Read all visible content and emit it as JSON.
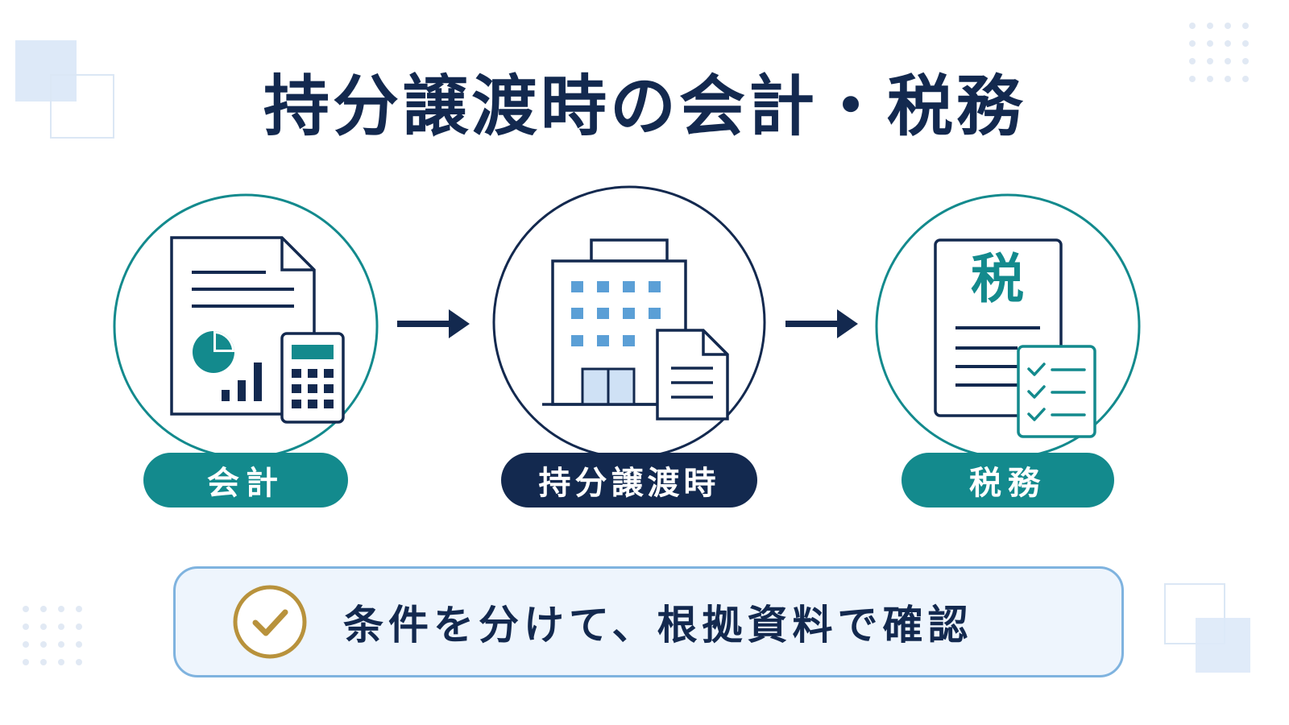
{
  "title": "持分譲渡時の会計・税務",
  "nodes": [
    {
      "label": "会計",
      "icon": "accounting-document-calculator-icon"
    },
    {
      "label": "持分譲渡時",
      "icon": "office-building-document-icon"
    },
    {
      "label": "税務",
      "icon": "tax-document-checklist-icon",
      "icon_text": "税"
    }
  ],
  "callout": {
    "text": "条件を分けて、根拠資料で確認",
    "icon": "check-circle-icon"
  },
  "colors": {
    "navy": "#13294f",
    "teal": "#138a8d",
    "gold": "#b8923c",
    "light_blue": "#5b9fd6",
    "callout_bg": "#eef5fd",
    "callout_border": "#7fb3df"
  }
}
